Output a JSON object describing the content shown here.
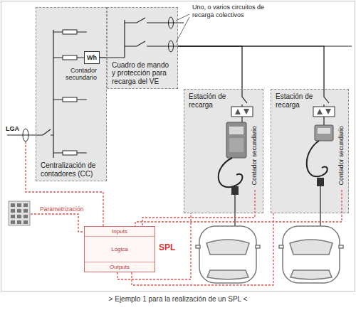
{
  "diagram": {
    "caption": "> Ejemplo 1 para la realización de un SPL <",
    "nodes": [
      {
        "text": [
          "Centralización de contadores (CC)"
        ]
      },
      {
        "text": [
          "Wh",
          "Contador secundario"
        ],
        "in": 0
      },
      {
        "text": [
          "Cuadro de mando y protección para recarga del VE"
        ]
      },
      {
        "text": [
          "Estación de recarga"
        ]
      },
      {
        "text": [
          "Contador secundario"
        ],
        "in": 3
      },
      {
        "text": [
          "Estación de recarga"
        ]
      },
      {
        "text": [
          "Contador secundario"
        ],
        "in": 5
      },
      {
        "text": [
          "SPL",
          "Inputs",
          "Lógica",
          "Outputs"
        ]
      }
    ],
    "edges": [
      {
        "from": 1,
        "to": 2,
        "arrow": "none"
      },
      {
        "from": 2,
        "to": 3,
        "arrow": "none"
      },
      {
        "from": 2,
        "to": 5,
        "arrow": "none"
      },
      {
        "from": 4,
        "to": 7,
        "arrow": "none"
      },
      {
        "from": 6,
        "to": 7,
        "arrow": "none"
      },
      {
        "from": 7,
        "to": 3,
        "arrow": "none"
      },
      {
        "from": 7,
        "to": 5,
        "arrow": "none"
      }
    ],
    "labels": [
      "Uno, o varios circuitos de recarga colectivos",
      "LGA",
      "Parametrización"
    ]
  }
}
